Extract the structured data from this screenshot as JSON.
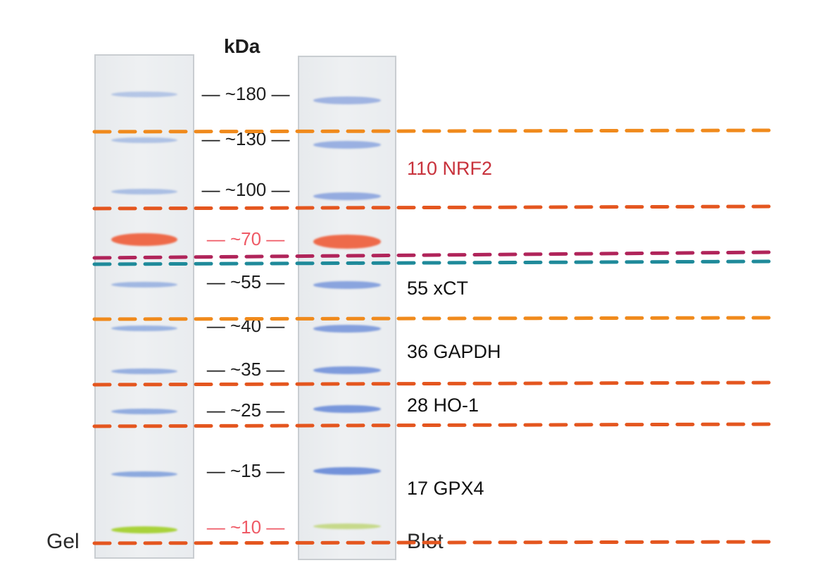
{
  "header": {
    "unit_label": "kDa"
  },
  "lanes": {
    "left_label": "Gel",
    "right_label": "Blot"
  },
  "markers": [
    {
      "label": "~180",
      "value": 180,
      "prestained": false
    },
    {
      "label": "~130",
      "value": 130,
      "prestained": false
    },
    {
      "label": "~100",
      "value": 100,
      "prestained": false
    },
    {
      "label": "~70",
      "value": 70,
      "prestained": true
    },
    {
      "label": "~55",
      "value": 55,
      "prestained": false
    },
    {
      "label": "~40",
      "value": 40,
      "prestained": false
    },
    {
      "label": "~35",
      "value": 35,
      "prestained": false
    },
    {
      "label": "~25",
      "value": 25,
      "prestained": false
    },
    {
      "label": "~15",
      "value": 15,
      "prestained": false
    },
    {
      "label": "~10",
      "value": 10,
      "prestained": true
    }
  ],
  "targets": [
    {
      "label": "110 NRF2",
      "kda": 110,
      "highlight": true
    },
    {
      "label": "55 xCT",
      "kda": 55,
      "highlight": false
    },
    {
      "label": "36 GAPDH",
      "kda": 36,
      "highlight": false
    },
    {
      "label": "28 HO-1",
      "kda": 28,
      "highlight": false
    },
    {
      "label": "17 GPX4",
      "kda": 17,
      "highlight": false
    }
  ],
  "colors": {
    "cut_line_orange": "#f08a1c",
    "cut_line_red_orange": "#e4561f",
    "cut_line_magenta": "#b0245a",
    "cut_line_teal": "#1f8a9a",
    "band_blue": "#6f93d8",
    "band_red": "#ee6a4a",
    "band_green": "#a8d23a",
    "marker_red": "#ef5a66",
    "target_red": "#c8323c"
  }
}
